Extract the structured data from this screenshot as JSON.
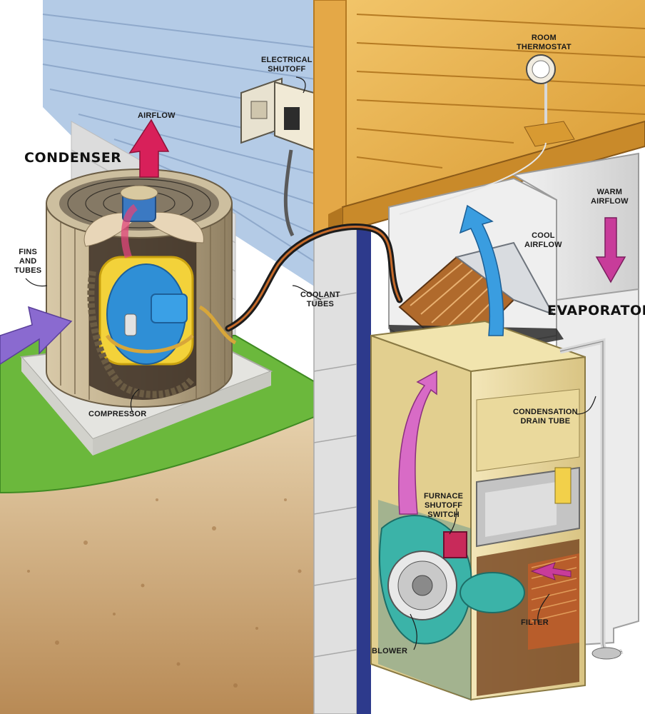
{
  "labels": {
    "condenser": "CONDENSER",
    "evaporator": "EVAPORATOR",
    "airflow": "AIRFLOW",
    "electrical_shutoff": [
      "ELECTRICAL",
      "SHUTOFF"
    ],
    "room_thermostat": [
      "ROOM",
      "THERMOSTAT"
    ],
    "warm_airflow": [
      "WARM",
      "AIRFLOW"
    ],
    "cool_airflow": [
      "COOL",
      "AIRFLOW"
    ],
    "fins_and_tubes": [
      "FINS",
      "AND",
      "TUBES"
    ],
    "coolant_tubes": [
      "COOLANT",
      "TUBES"
    ],
    "compressor": "COMPRESSOR",
    "condensation_drain_tube": [
      "CONDENSATION",
      "DRAIN TUBE"
    ],
    "furnace_shutoff_switch": [
      "FURNACE",
      "SHUTOFF",
      "SWITCH"
    ],
    "filter": "FILTER",
    "blower": "BLOWER"
  },
  "colors": {
    "siding": "#a9c3e0",
    "wood": "#e9b24a",
    "soil": "#c9a46e",
    "grass": "#5aa832",
    "duct": "#e6e6e6",
    "furnace_cabinet": "#e8d8a0",
    "compressor": "#2f8fd6",
    "blower": "#3bb3a8",
    "hot_air": "#d8205a",
    "cool_air": "#3a9de0",
    "warm_air": "#c83c9a",
    "intake_air": "#8a6ad0"
  }
}
